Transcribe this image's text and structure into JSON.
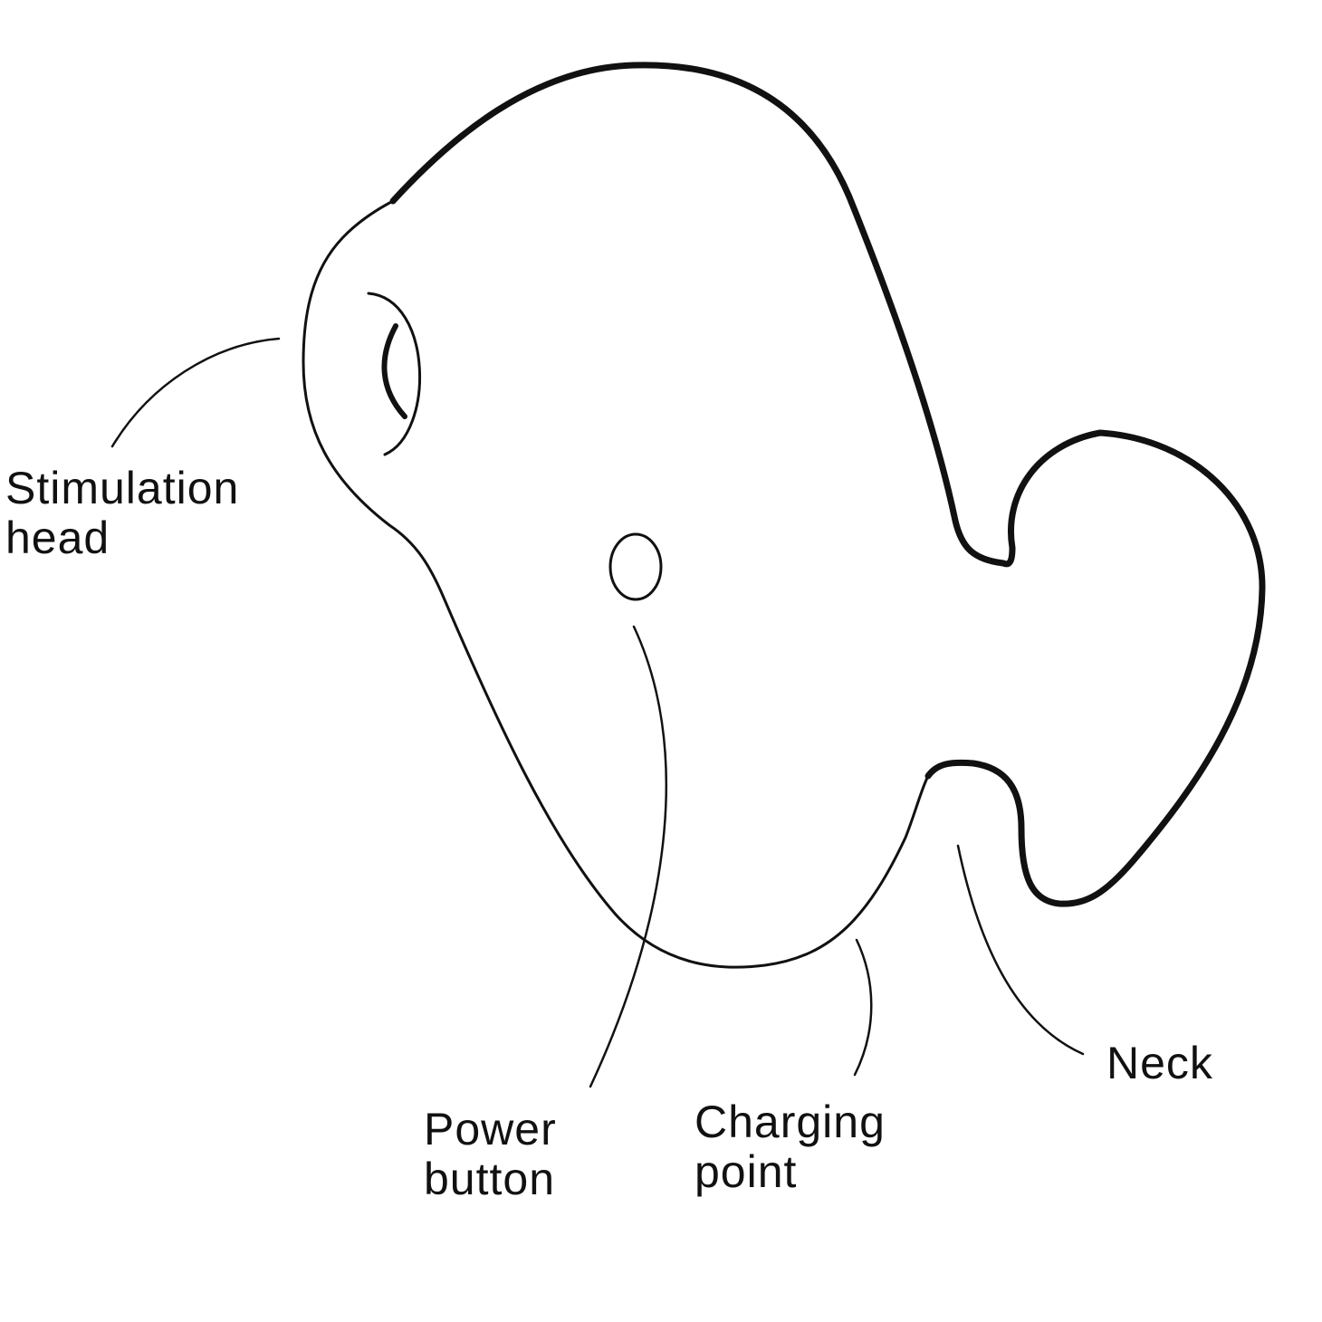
{
  "labels": {
    "stimulation_head": {
      "line1": "Stimulation",
      "line2": "head"
    },
    "power_button": {
      "line1": "Power",
      "line2": "button"
    },
    "charging_point": {
      "line1": "Charging",
      "line2": "point"
    },
    "neck": {
      "line1": "Neck"
    }
  },
  "colors": {
    "background": "#ffffff",
    "outline": "#111111",
    "text": "#111111"
  }
}
